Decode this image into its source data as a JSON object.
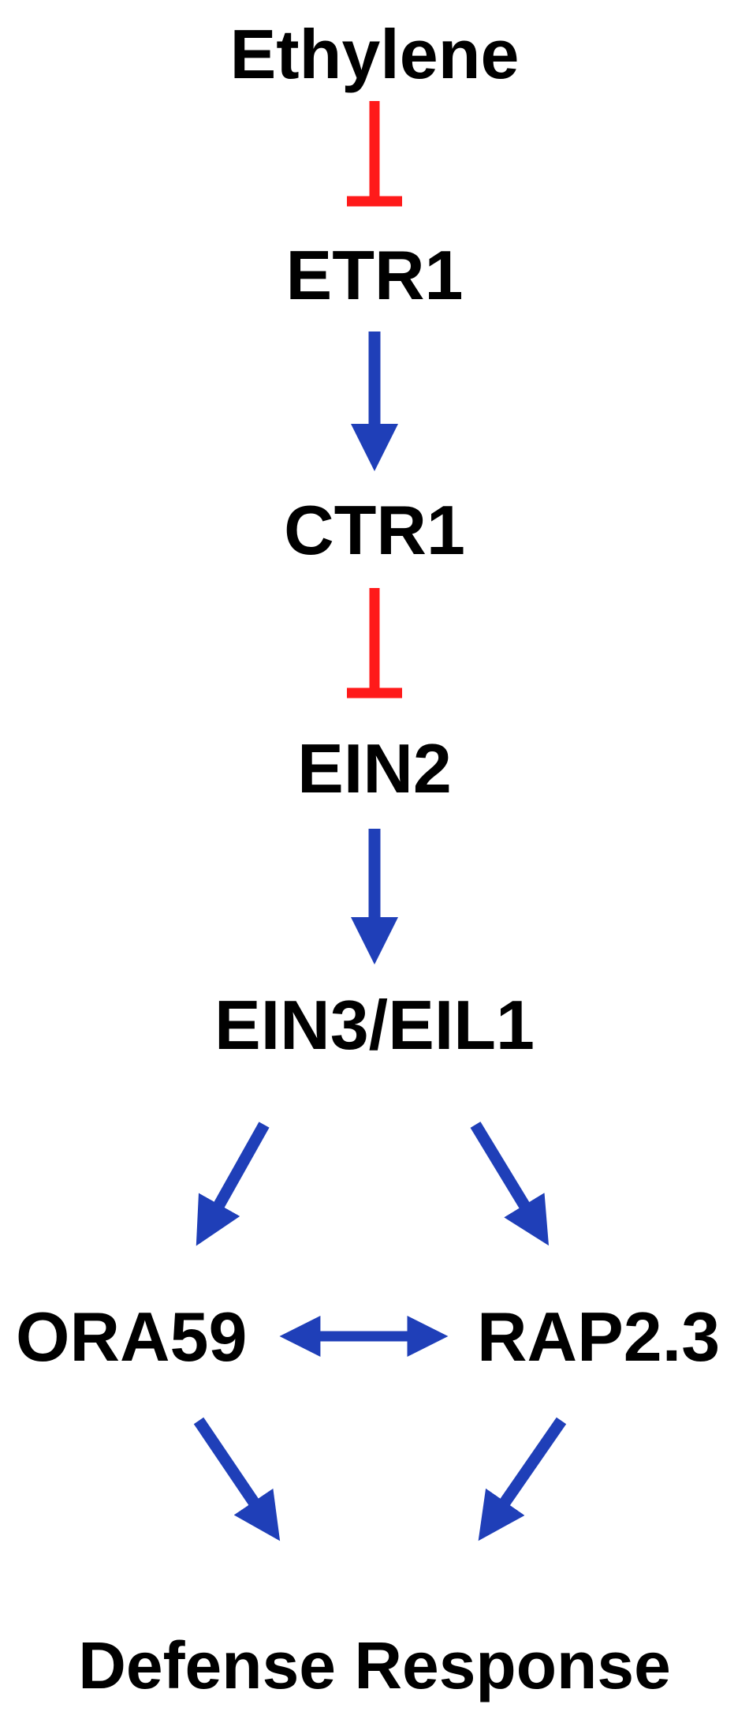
{
  "nodes": {
    "ethylene": "Ethylene",
    "etr1": "ETR1",
    "ctr1": "CTR1",
    "ein2": "EIN2",
    "ein3_eil1": "EIN3/EIL1",
    "ora59": "ORA59",
    "rap23": "RAP2.3",
    "defense_response": "Defense Response"
  },
  "edges": [
    {
      "from": "ethylene",
      "to": "etr1",
      "type": "inhibition"
    },
    {
      "from": "etr1",
      "to": "ctr1",
      "type": "activation"
    },
    {
      "from": "ctr1",
      "to": "ein2",
      "type": "inhibition"
    },
    {
      "from": "ein2",
      "to": "ein3_eil1",
      "type": "activation"
    },
    {
      "from": "ein3_eil1",
      "to": "ora59",
      "type": "activation"
    },
    {
      "from": "ein3_eil1",
      "to": "rap23",
      "type": "activation"
    },
    {
      "from": "ora59",
      "to": "rap23",
      "type": "bidirectional"
    },
    {
      "from": "ora59",
      "to": "defense_response",
      "type": "activation"
    },
    {
      "from": "rap23",
      "to": "defense_response",
      "type": "activation"
    }
  ],
  "colors": {
    "inhibition": "#ff1a1a",
    "activation": "#1f3fb8",
    "text": "#000000"
  }
}
